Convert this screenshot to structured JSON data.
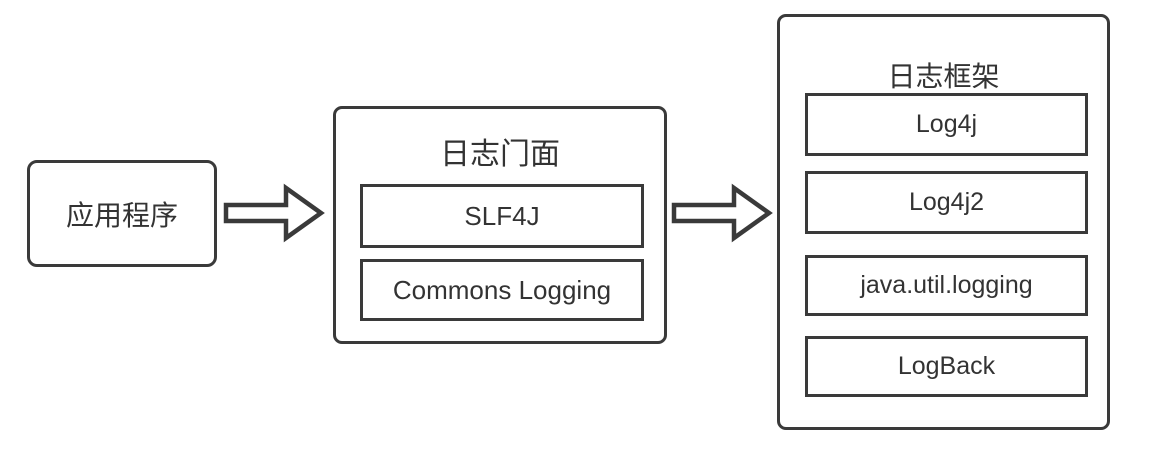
{
  "diagram": {
    "app_box": {
      "label": "应用程序"
    },
    "facade_box": {
      "title": "日志门面",
      "items": [
        {
          "label": "SLF4J"
        },
        {
          "label": "Commons Logging"
        }
      ]
    },
    "framework_box": {
      "title": "日志框架",
      "items": [
        {
          "label": "Log4j"
        },
        {
          "label": "Log4j2"
        },
        {
          "label": "java.util.logging"
        },
        {
          "label": "LogBack"
        }
      ]
    },
    "colors": {
      "border": "#3a3a3a",
      "text": "#333333",
      "background": "#ffffff"
    }
  }
}
